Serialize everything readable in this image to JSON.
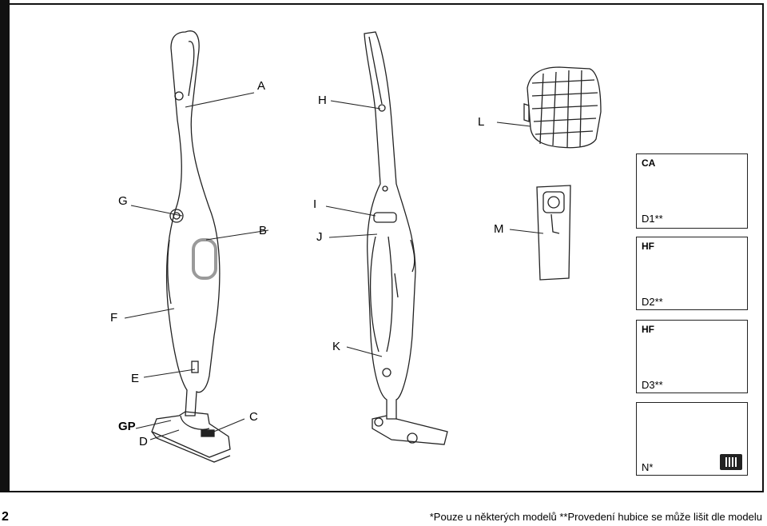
{
  "labels": {
    "A": "A",
    "B": "B",
    "C": "C",
    "D": "D",
    "E": "E",
    "F": "F",
    "G": "G",
    "GP": "GP",
    "H": "H",
    "I": "I",
    "J": "J",
    "K": "K",
    "L": "L",
    "M": "M"
  },
  "accessory_boxes": [
    {
      "tag": "CA",
      "code": "D1**"
    },
    {
      "tag": "HF",
      "code": "D2**"
    },
    {
      "tag": "HF",
      "code": "D3**"
    },
    {
      "tag": "",
      "code": "N*"
    }
  ],
  "footer": {
    "page_number": "2",
    "note": "*Pouze u některých modelů **Provedení hubice se může lišit dle modelu"
  },
  "colors": {
    "ink": "#111111",
    "accent_grey": "#9a9a9a"
  }
}
